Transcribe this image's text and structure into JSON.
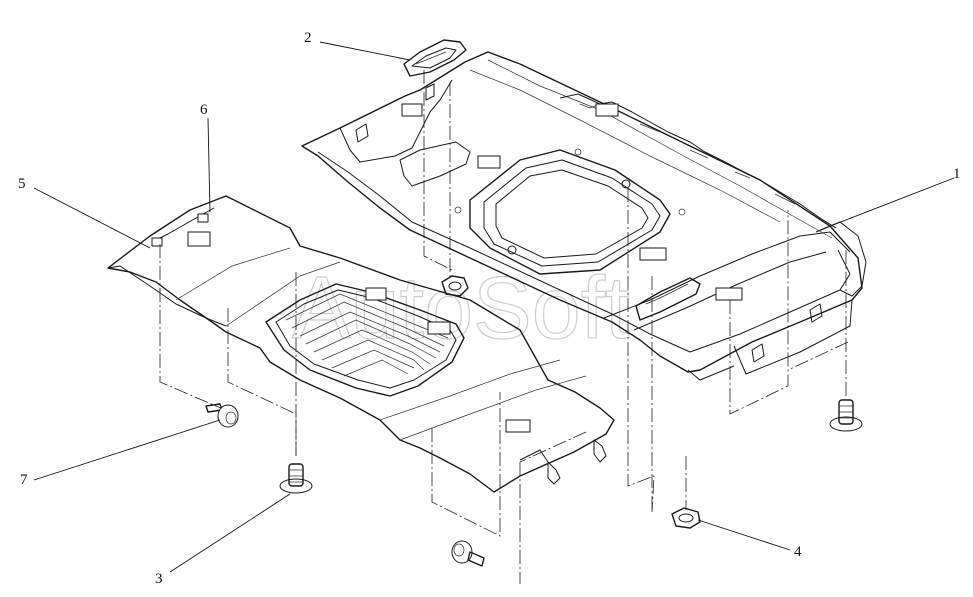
{
  "diagram": {
    "watermark": "AutoSoft",
    "callouts": [
      {
        "id": "1",
        "label": "1"
      },
      {
        "id": "2",
        "label": "2"
      },
      {
        "id": "3",
        "label": "3"
      },
      {
        "id": "4",
        "label": "4"
      },
      {
        "id": "5",
        "label": "5"
      },
      {
        "id": "6",
        "label": "6"
      },
      {
        "id": "7",
        "label": "7"
      }
    ]
  }
}
